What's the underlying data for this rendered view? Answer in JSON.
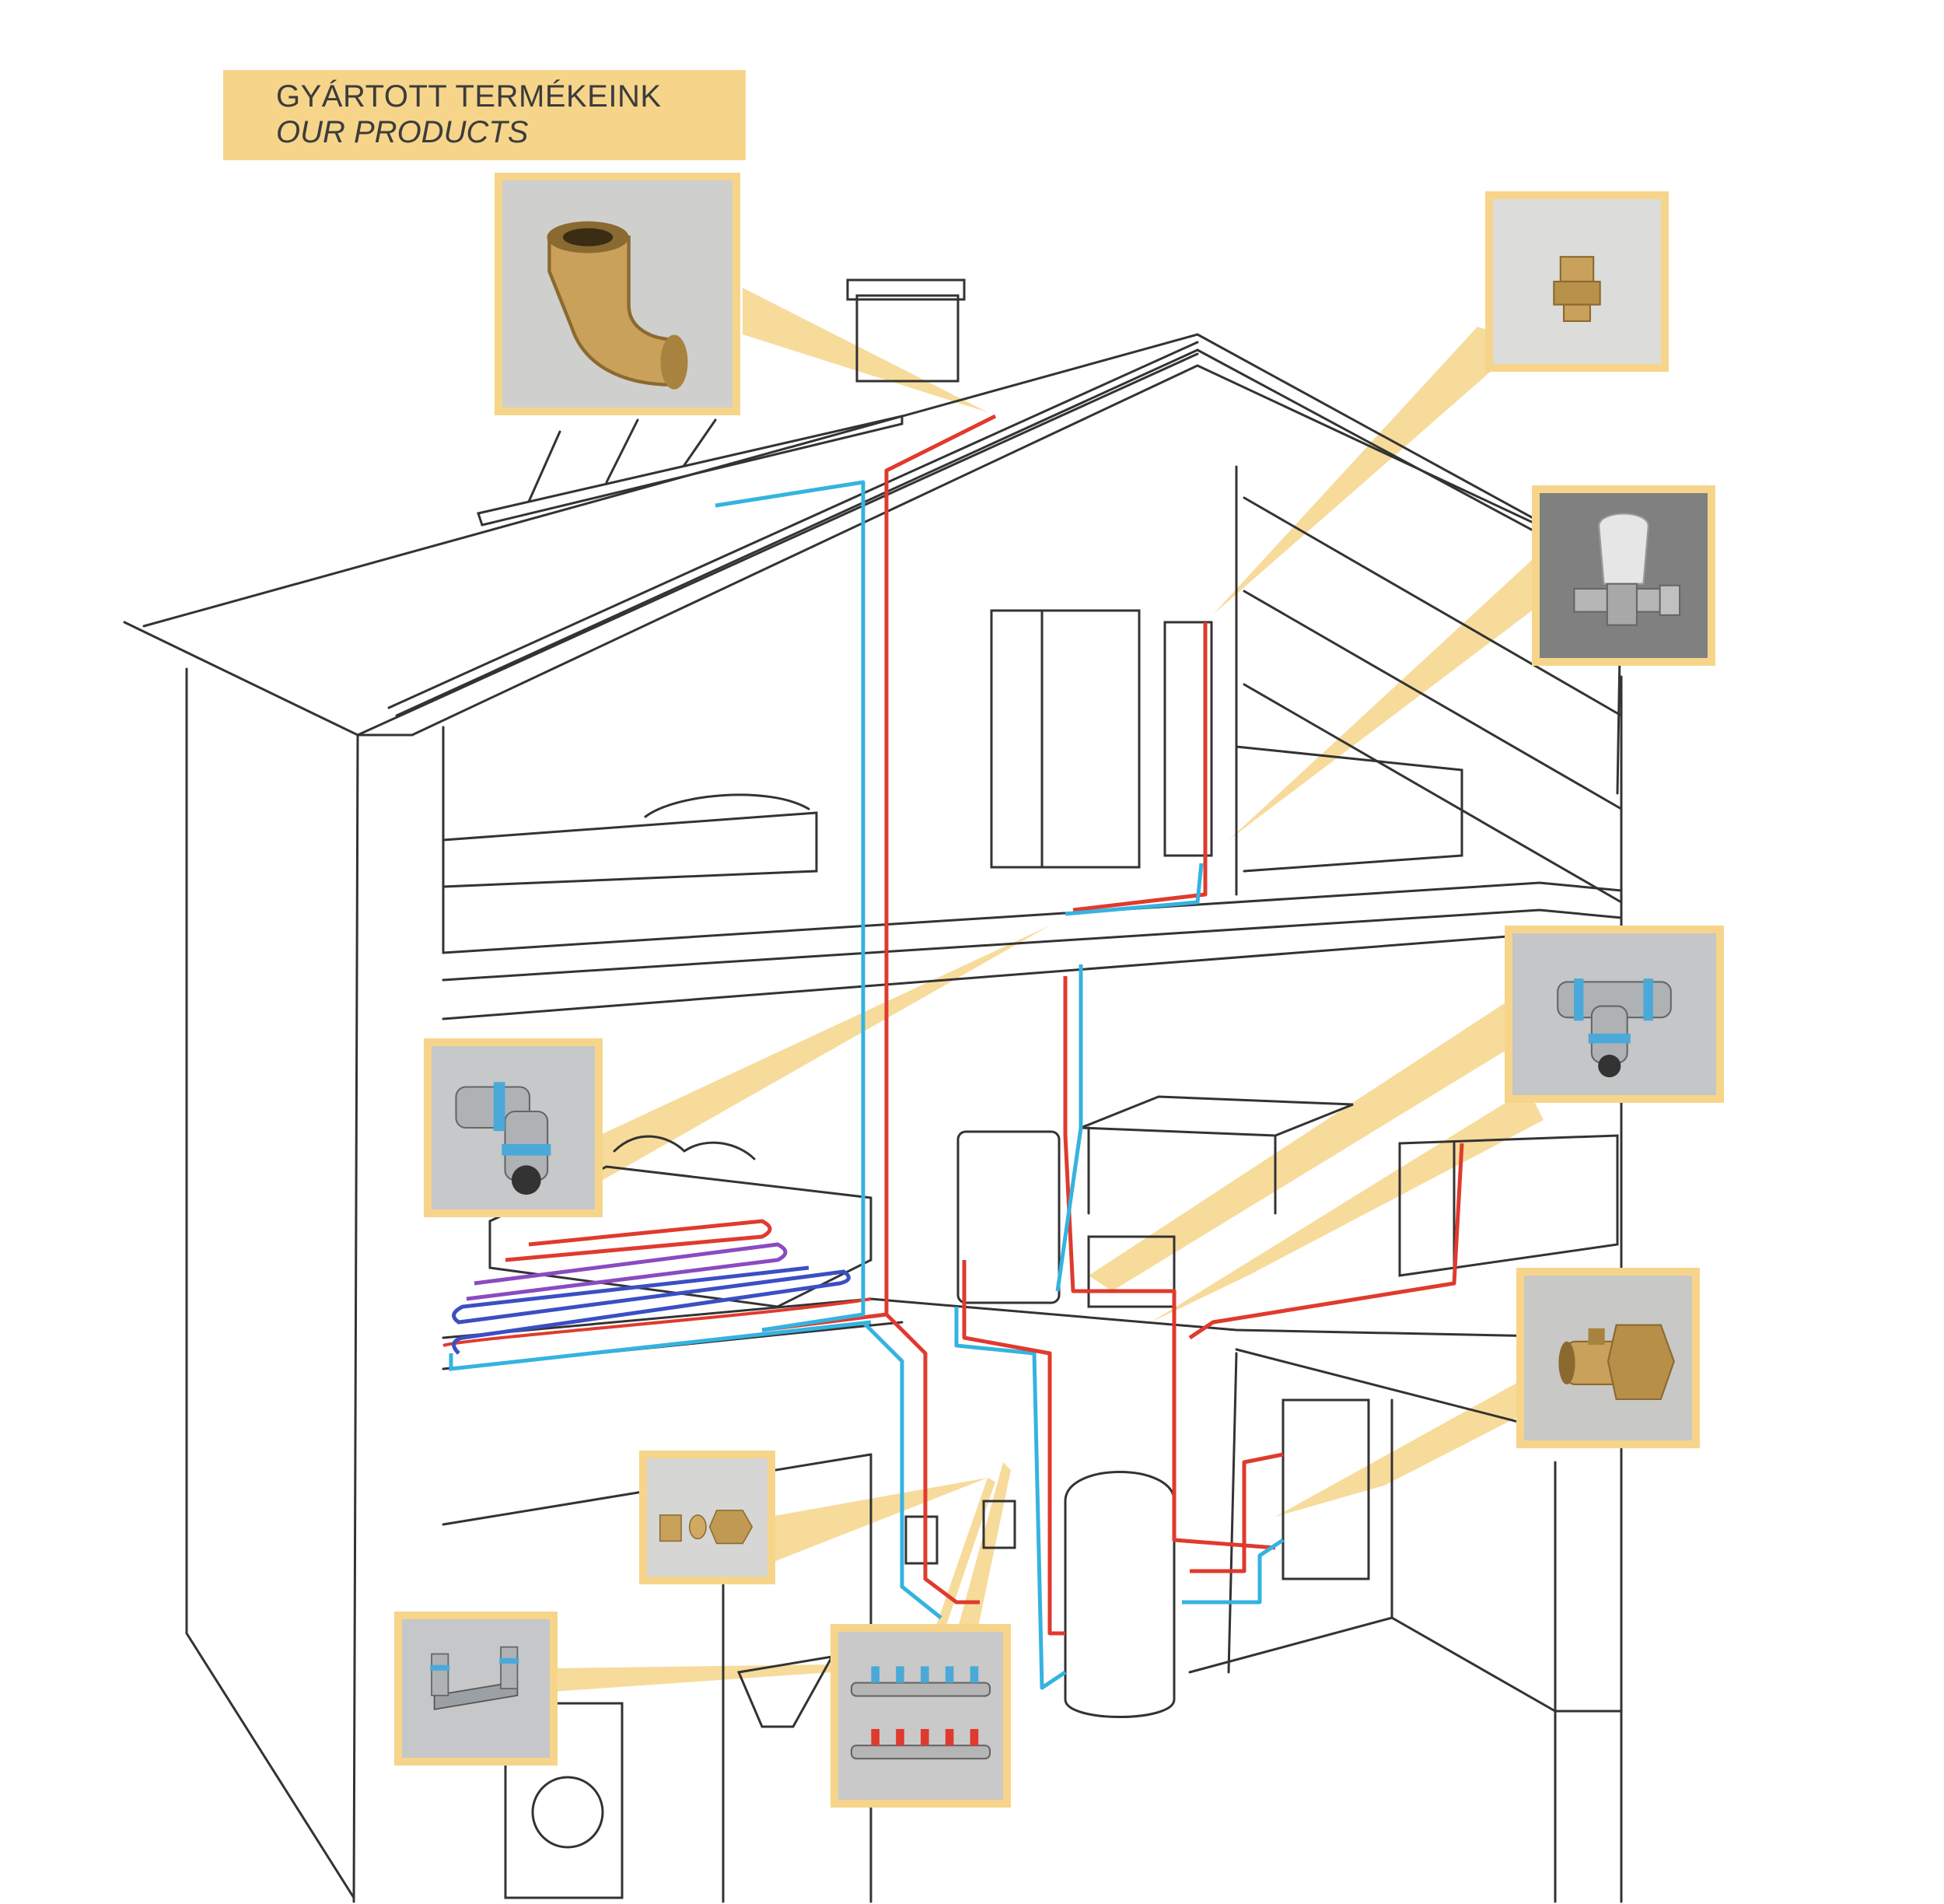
{
  "title": {
    "line1": "GYÁRTOTT TERMÉKEINK",
    "line2": "OUR PRODUCTS"
  },
  "colors": {
    "highlight": "#f6d58a",
    "hot_pipe": "#e03a2e",
    "cold_pipe": "#35b3e0",
    "line_art": "#333333",
    "floor_heating_cool": "#3a4fc4",
    "floor_heating_mid": "#8a4bc0"
  },
  "products": [
    {
      "id": "brass-elbow",
      "icon": "brass-female-elbow-icon"
    },
    {
      "id": "air-vent",
      "icon": "brass-air-vent-valve-icon"
    },
    {
      "id": "thermostatic-valve",
      "icon": "thermostatic-radiator-valve-icon"
    },
    {
      "id": "press-tee",
      "icon": "press-fit-tee-icon"
    },
    {
      "id": "press-elbow",
      "icon": "press-fit-elbow-icon"
    },
    {
      "id": "boiler-valve",
      "icon": "brass-union-valve-icon"
    },
    {
      "id": "compression-fittings",
      "icon": "brass-compression-fittings-icon"
    },
    {
      "id": "wall-plate-elbows",
      "icon": "wall-plate-elbow-pair-icon"
    },
    {
      "id": "manifold",
      "icon": "underfloor-manifold-icon"
    }
  ]
}
